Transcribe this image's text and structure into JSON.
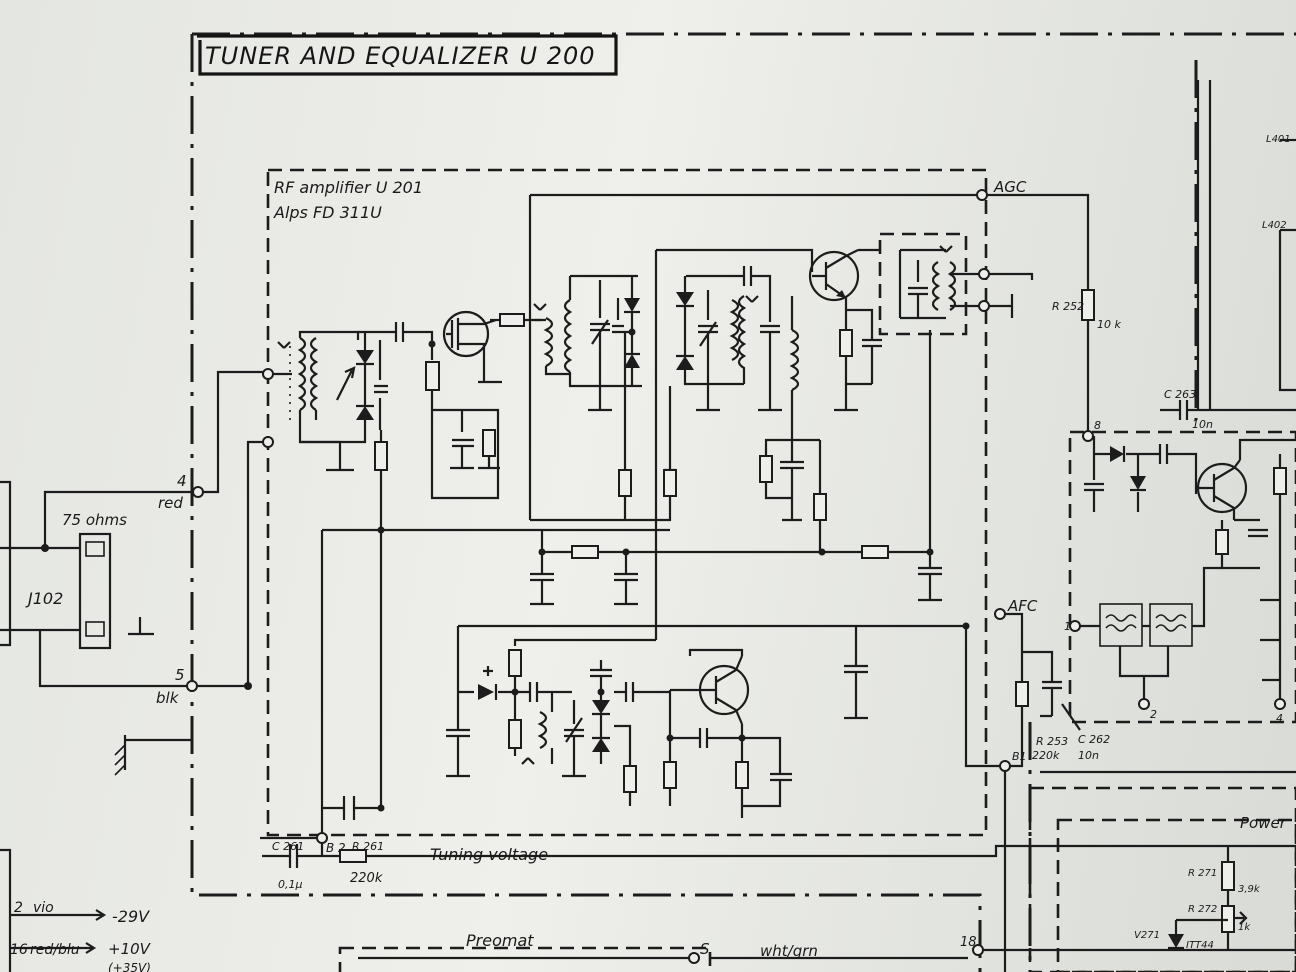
{
  "title": "TUNER AND EQUALIZER U 200",
  "rf_block": {
    "line1": "RF amplifier  U 201",
    "line2": "Alps     FD 311U"
  },
  "terminals": {
    "agc": "AGC",
    "afc": "AFC",
    "b1": "B1",
    "b2": "B 2",
    "t4": "4",
    "t4_color": "red",
    "t5": "5",
    "t5_color": "blk",
    "t8": "8",
    "t1": "1",
    "t2": "2",
    "t4b": "4",
    "t18": "18",
    "t_s": "S"
  },
  "input": {
    "impedance": "75 ohms",
    "connector": "J102"
  },
  "components": {
    "r252": "R 252",
    "r252_val": "10 k",
    "c263": "C 263",
    "c263_val": "10n",
    "r253": "R 253",
    "r253_val": "220k",
    "c262": "C 262",
    "c262_val": "10n",
    "c261": "C 261",
    "c261_val": "0,1μ",
    "r261": "R 261",
    "r261_val": "220k",
    "l401": "L401",
    "l402": "L402",
    "r271": "R 271",
    "r271_val": "3,9k",
    "r272": "R 272",
    "r272_val": "1k",
    "v271": "V271",
    "v271_type": "ITT44"
  },
  "signals": {
    "tuning_voltage": "Tuning voltage",
    "preomat": "Preomat",
    "power": "Power",
    "wht_grn": "wht/grn"
  },
  "supply": {
    "line1_pin": "2",
    "line1_color": "vio",
    "line1_voltage": "-29V",
    "line2_pin": "16",
    "line2_color": "red/blu",
    "line2_voltage": "+10V",
    "line2_extra": "(+35V)"
  }
}
